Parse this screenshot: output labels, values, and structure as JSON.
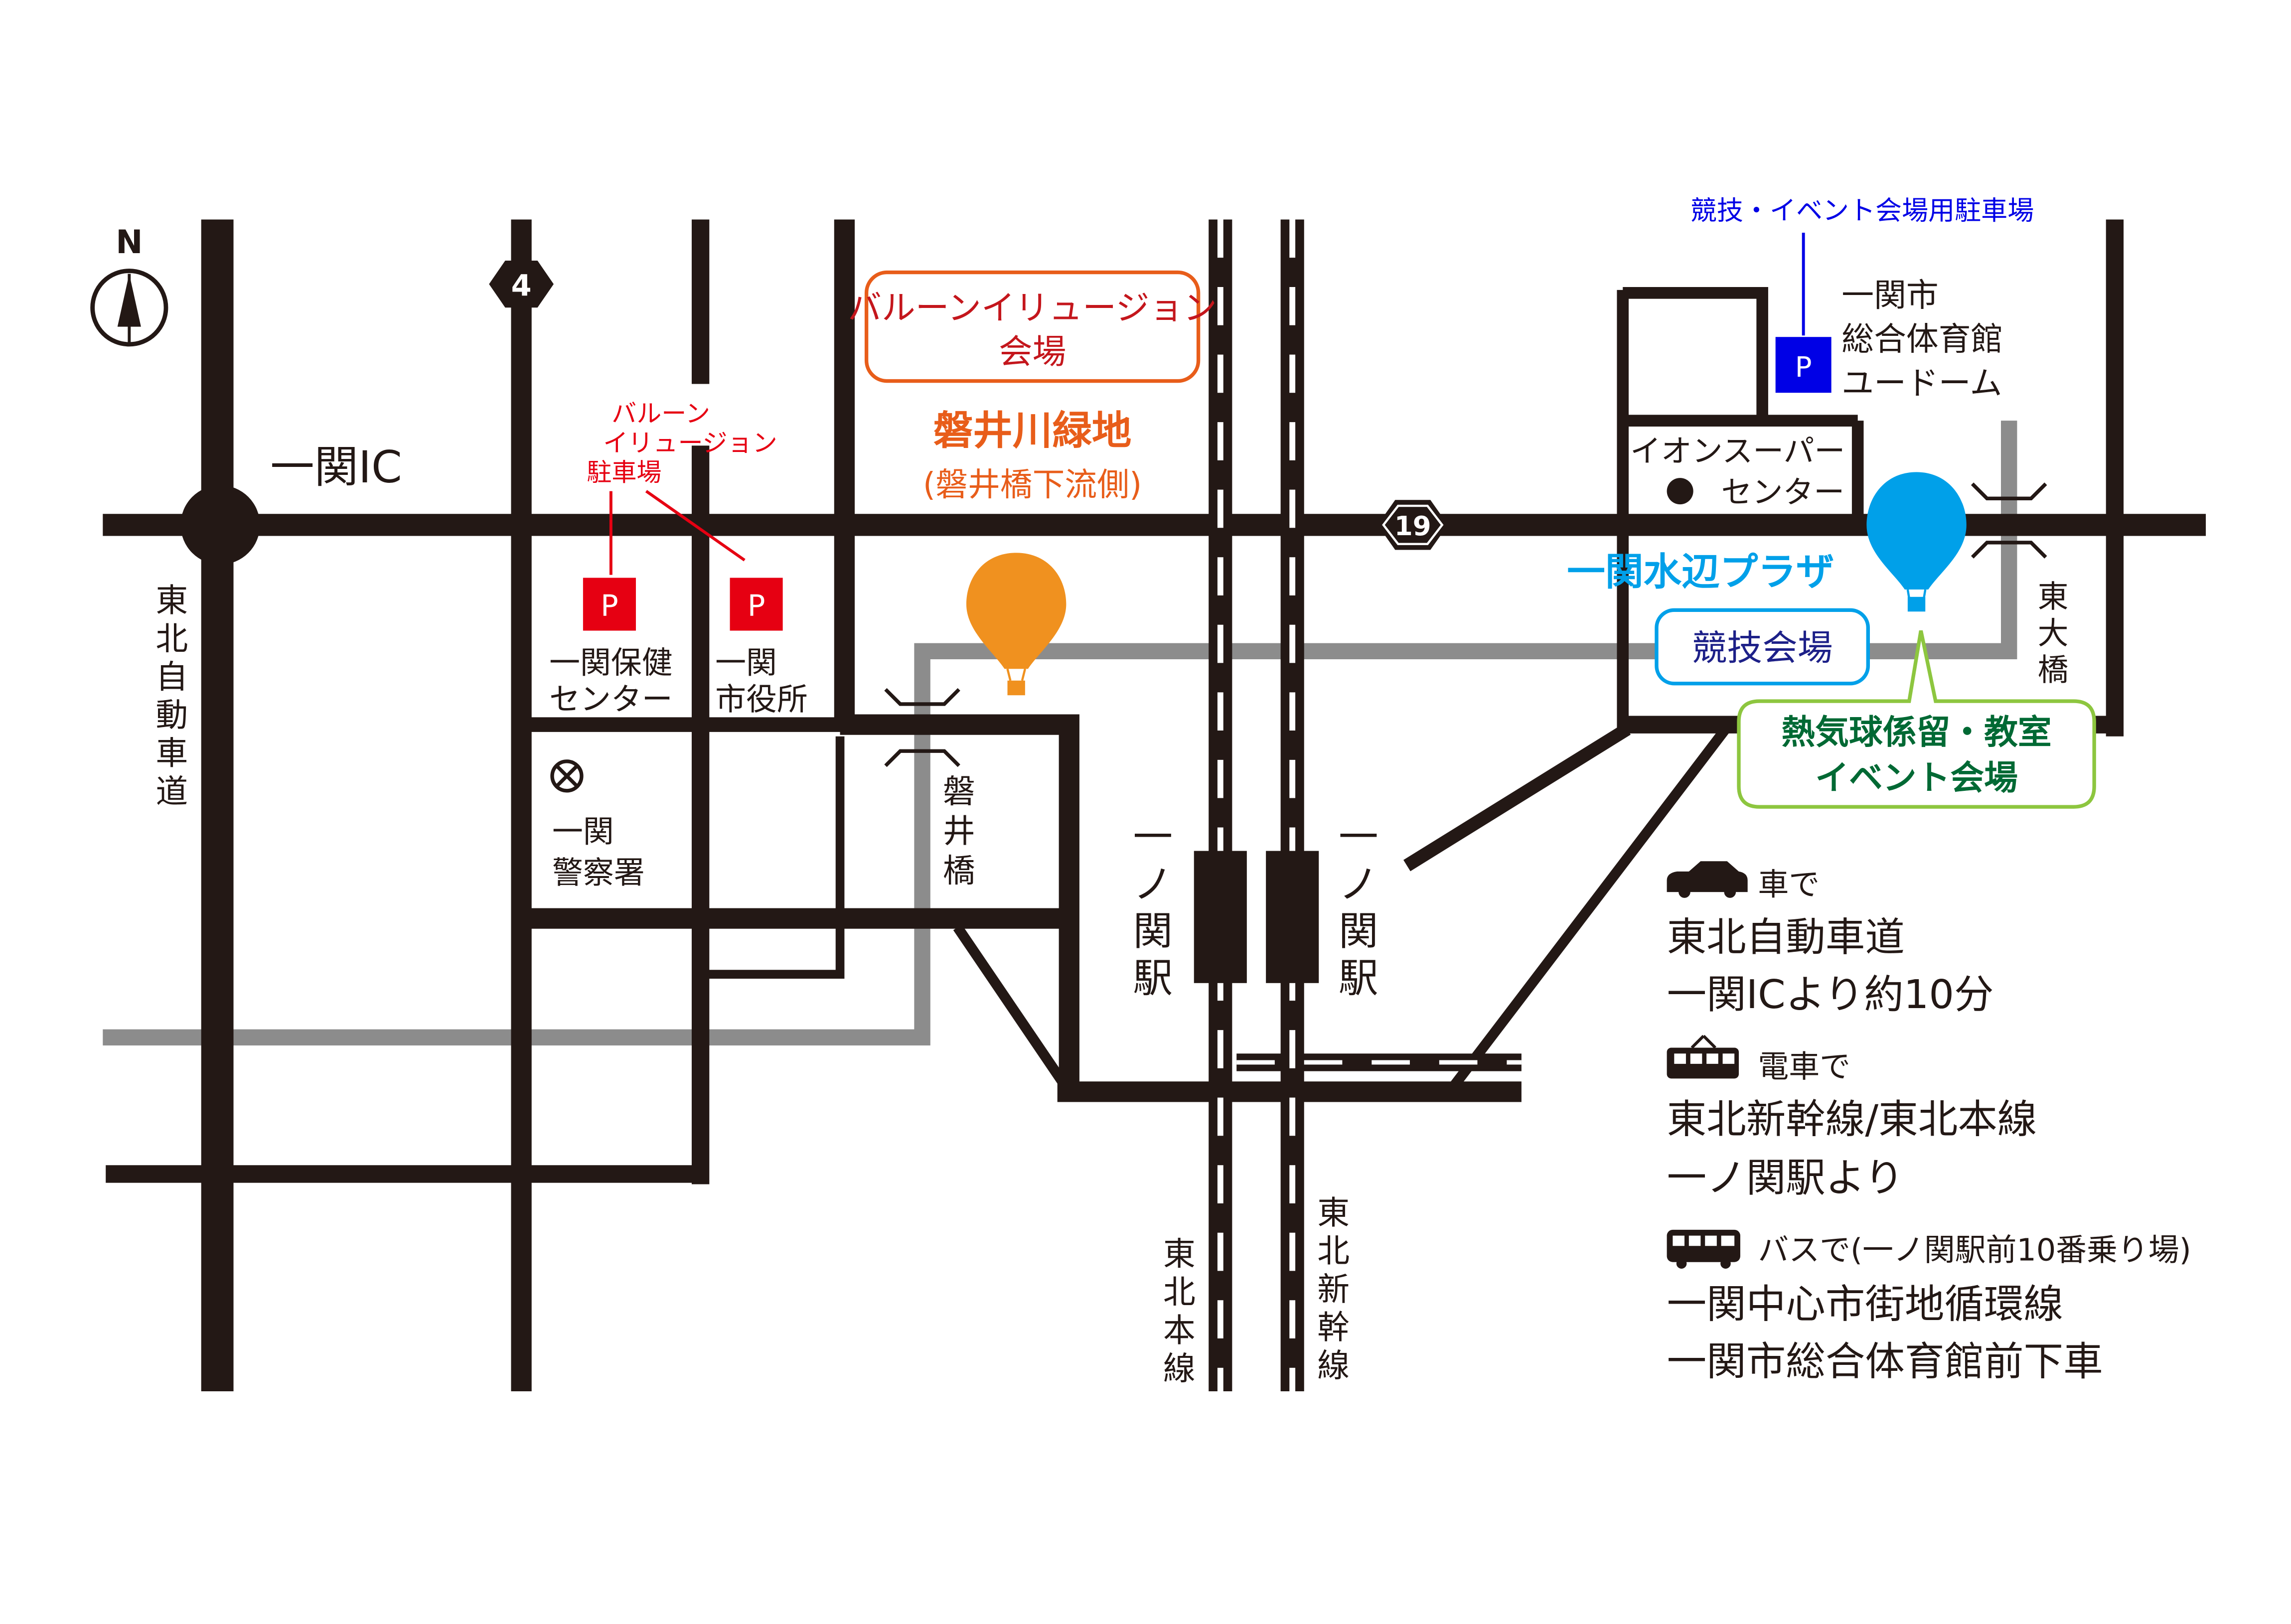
{
  "colors": {
    "road": "#231815",
    "river": "#8c8c8c",
    "red": "#e60012",
    "orange": "#e85d1a",
    "balloon_orange": "#f0911f",
    "cyan": "#00a0e9",
    "blue": "#0000e6",
    "green_text": "#006934",
    "green_border": "#8dc63f",
    "navy_text": "#1d2088",
    "crimson_text": "#c4161c"
  },
  "icons": {
    "compass": "north-arrow-icon",
    "car": "car-icon",
    "train": "train-icon",
    "bus": "bus-icon",
    "balloon": "hot-air-balloon-icon",
    "parking": "parking-icon",
    "police": "police-box-icon",
    "bridge": "bridge-symbol-icon"
  },
  "compass": {
    "label": "N"
  },
  "route_shields": {
    "national_4": "4",
    "national_19": "19"
  },
  "interchange": {
    "label": "一関IC"
  },
  "roads": {
    "expressway_name": "東北自動車道"
  },
  "parking": {
    "symbol": "P",
    "balloon_illusion": {
      "line1": "バルーン",
      "line2": "イリュージョン",
      "line3": "駐車場"
    },
    "competition": {
      "label": "競技・イベント会場用駐車場"
    }
  },
  "places": {
    "health_center": {
      "line1": "一関保健",
      "line2": "センター"
    },
    "city_hall": {
      "line1": "一関",
      "line2": "市役所"
    },
    "police": {
      "line1": "一関",
      "line2": "警察署"
    },
    "gymnasium": {
      "line1": "一関市",
      "line2": "総合体育館",
      "line3": "ユードーム"
    },
    "aeon": {
      "line1": "イオンスーパー",
      "line2": "センター"
    },
    "iwai_bridge": "磐井橋",
    "higashi_bridge": "東大橋",
    "station_left": "一ノ関駅",
    "station_right": "一ノ関駅"
  },
  "venues": {
    "balloon_illusion": {
      "line1": "バルーンイリュージョン",
      "line2": "会場"
    },
    "park": {
      "name": "磐井川緑地",
      "sub": "(磐井橋下流側)"
    },
    "plaza": {
      "name": "一関水辺プラザ"
    },
    "competition": {
      "label": "競技会場"
    },
    "tethered": {
      "line1": "熱気球係留・教室",
      "line2": "イベント会場"
    }
  },
  "rail_lines": {
    "honsen": "東北本線",
    "shinkansen": "東北新幹線"
  },
  "access": {
    "car": {
      "title": "車で",
      "line1": "東北自動車道",
      "line2": "一関ICより約10分"
    },
    "train": {
      "title": "電車で",
      "line1": "東北新幹線/東北本線",
      "line2": "一ノ関駅より"
    },
    "bus": {
      "title": "バスで(一ノ関駅前10番乗り場)",
      "line1": "一関中心市街地循環線",
      "line2": "一関市総合体育館前下車"
    }
  }
}
